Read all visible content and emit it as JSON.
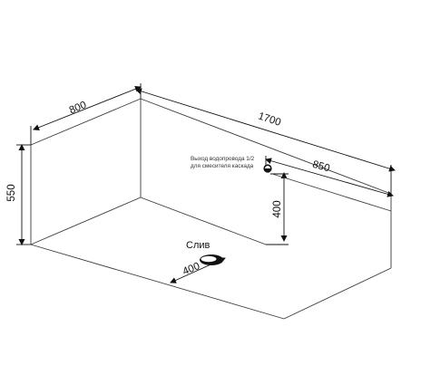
{
  "dimensions": {
    "length": "1700",
    "width": "800",
    "height": "550",
    "faucet_offset": "850",
    "faucet_height": "400",
    "drain_offset": "400"
  },
  "labels": {
    "drain": "Слив",
    "water_outlet_line1": "Выход водопровода 1/2",
    "water_outlet_line2": "для смесителя каскада"
  },
  "colors": {
    "edge": "#3a3a3a",
    "ink": "#111111"
  },
  "icons": {
    "drain": "drain-hole-icon",
    "water_outlet": "water-outlet-icon"
  }
}
